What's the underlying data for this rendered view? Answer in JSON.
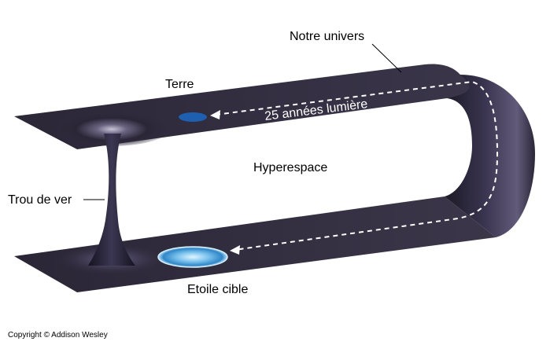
{
  "labels": {
    "universe": "Notre univers",
    "earth": "Terre",
    "distance": "25 années lumière",
    "hyperspace": "Hyperespace",
    "wormhole": "Trou de ver",
    "target_star": "Etoile cible"
  },
  "copyright": "Copyright © Addison Wesley",
  "colors": {
    "sheet": "#2f2b3c",
    "sheet_edge": "#1e1b27",
    "earth": "#1f5fb0",
    "star": "#7cc4ee",
    "path": "#ffffff"
  }
}
